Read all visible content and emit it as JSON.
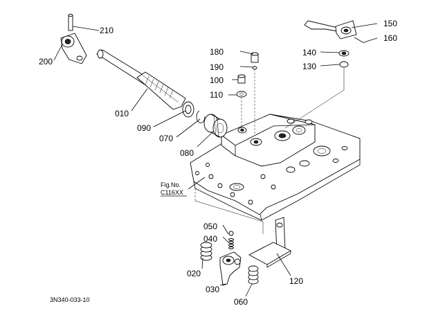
{
  "part_labels": {
    "p210": "210",
    "p200": "200",
    "p010": "010",
    "p090": "090",
    "p070": "070",
    "p080": "080",
    "p180": "180",
    "p190": "190",
    "p100": "100",
    "p110": "110",
    "p150": "150",
    "p160": "160",
    "p140": "140",
    "p130": "130",
    "p050": "050",
    "p040": "040",
    "p020": "020",
    "p030": "030",
    "p060": "060",
    "p120": "120"
  },
  "figure_reference": {
    "line1": "Fig.No.",
    "line2": "C116XX"
  },
  "diagram_code": "3N340-033-10"
}
